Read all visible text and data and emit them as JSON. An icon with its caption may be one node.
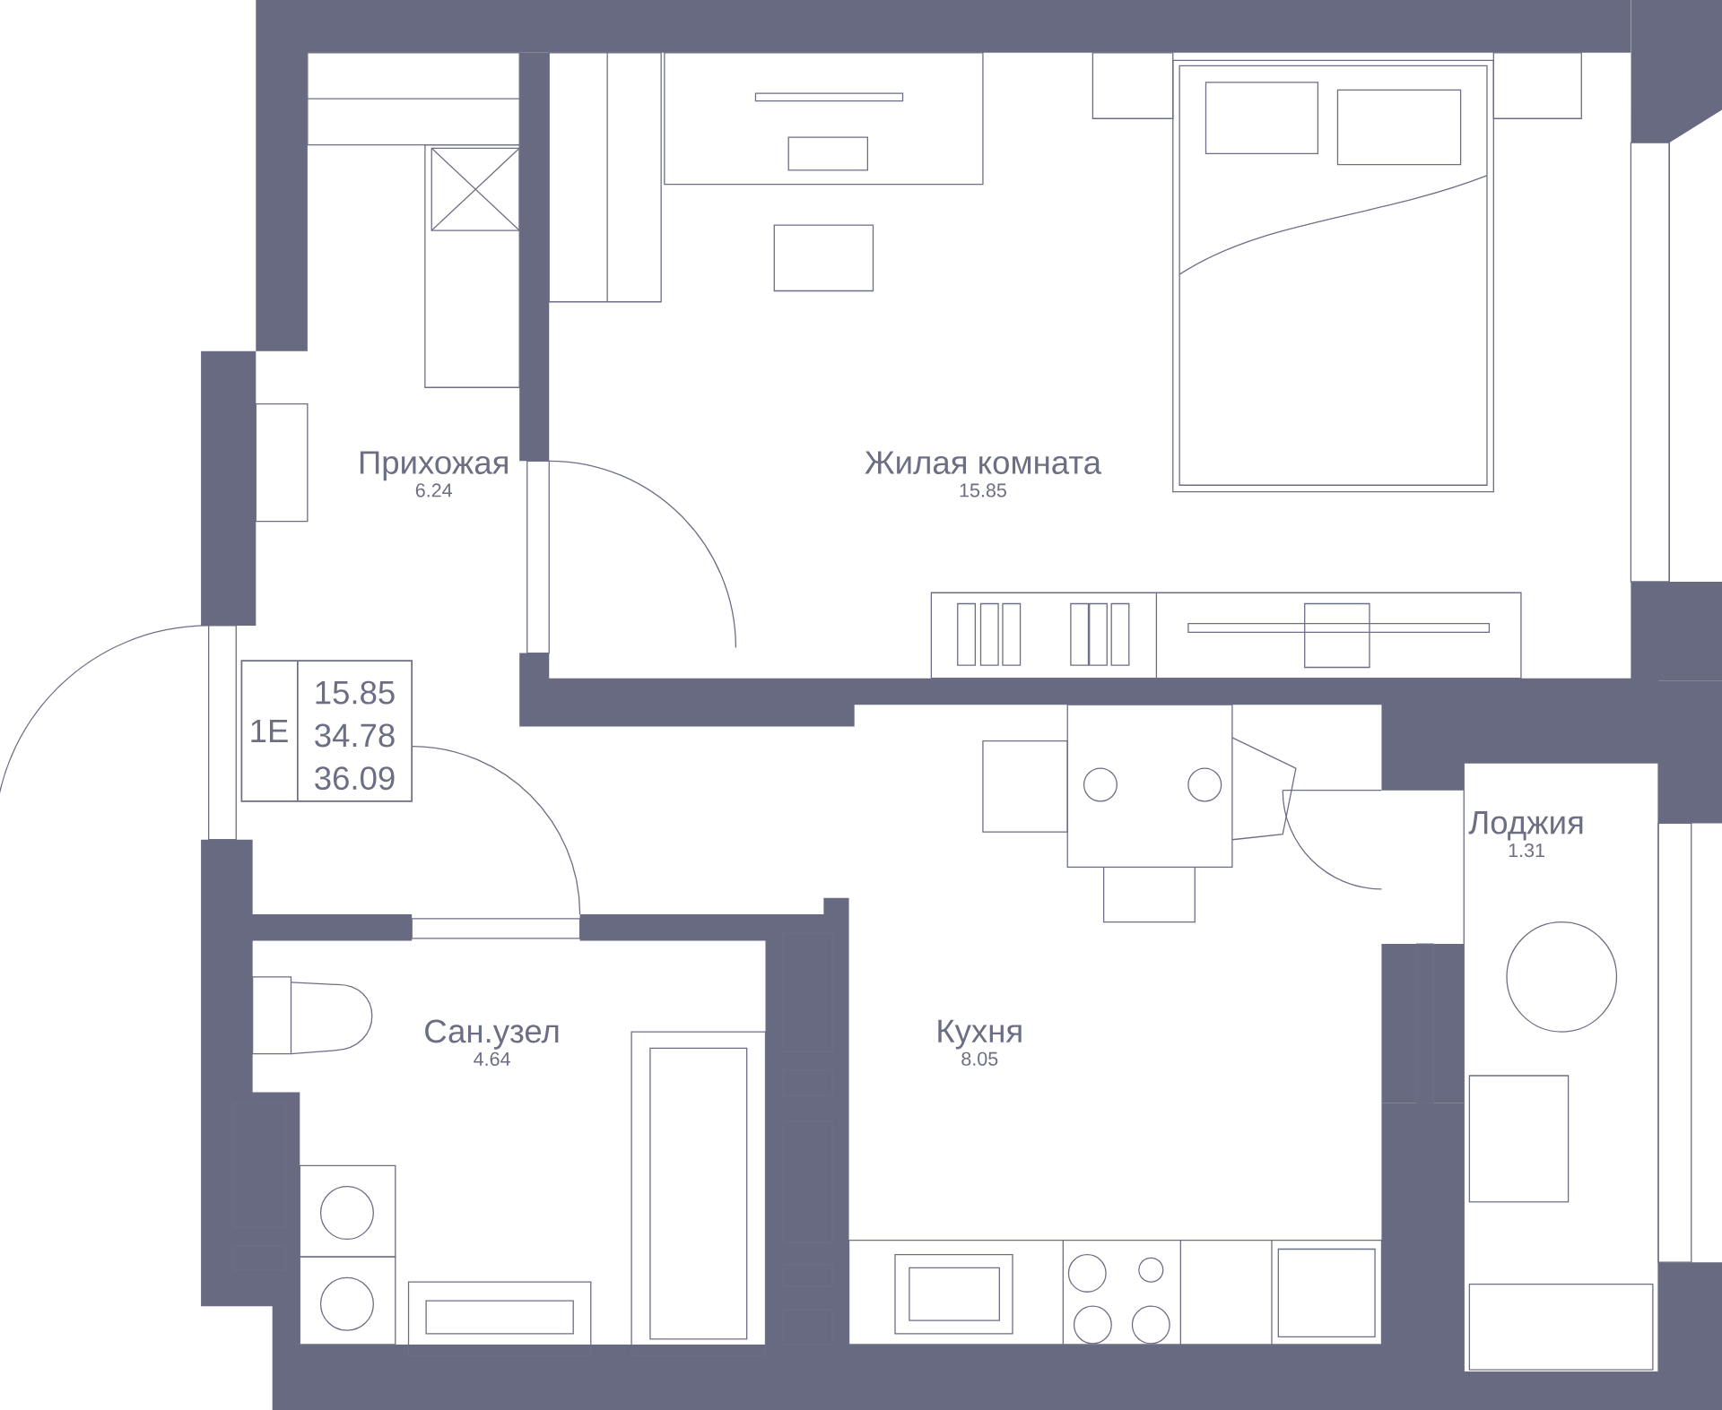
{
  "diagram": {
    "nodes": [
      {
        "text": [
          "Прихожая",
          "6.24"
        ]
      },
      {
        "text": [
          "Жилая комната",
          "15.85"
        ]
      },
      {
        "text": [
          "1E",
          "15.85",
          "34.78",
          "36.09"
        ]
      },
      {
        "text": [
          "Лоджия",
          "1.31"
        ]
      },
      {
        "text": [
          "Сан.узел",
          "4.64"
        ]
      },
      {
        "text": [
          "Кухня",
          "8.05"
        ]
      }
    ]
  }
}
